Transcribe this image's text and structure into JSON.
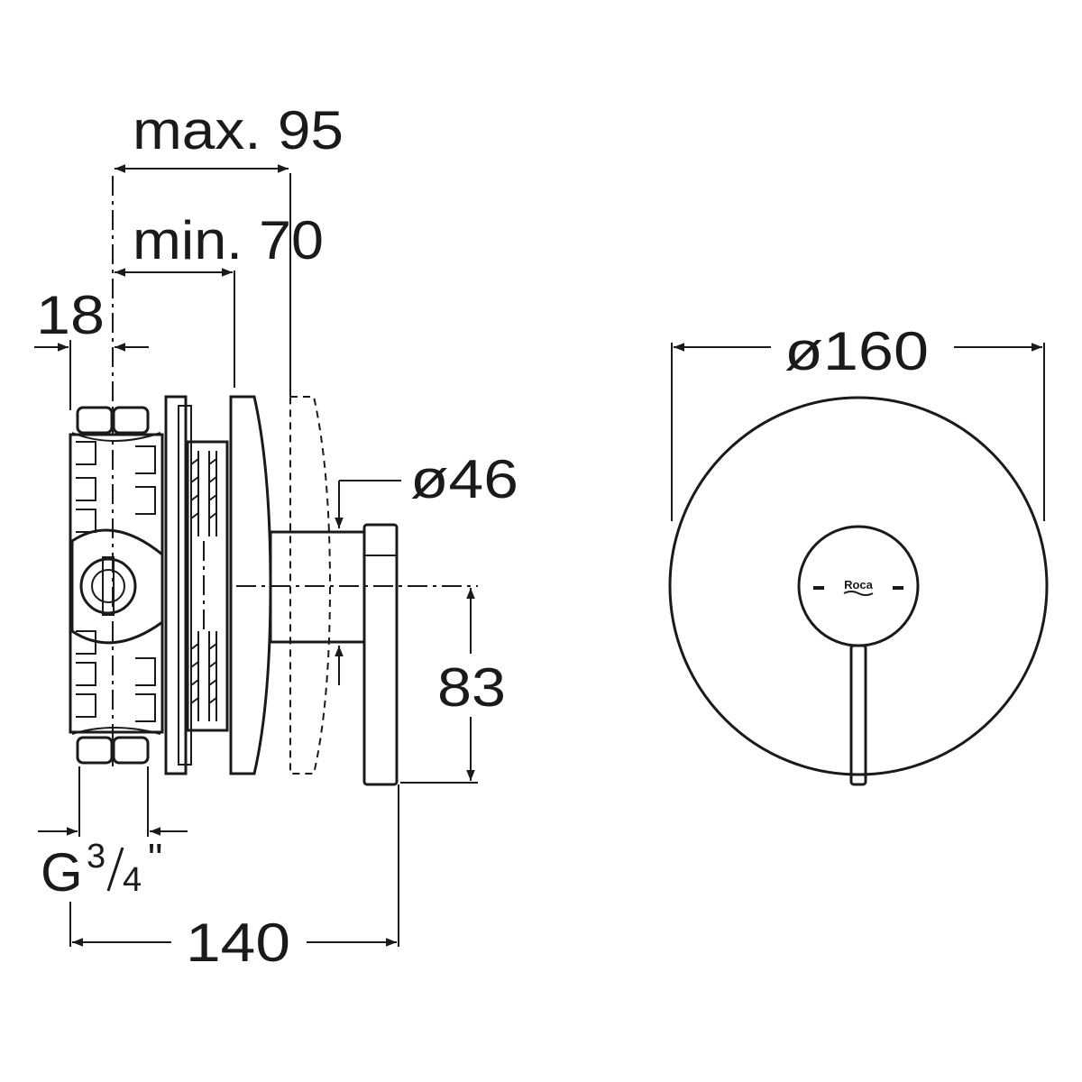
{
  "dimensions": {
    "max_depth": "max. 95",
    "min_depth": "min. 70",
    "wall_offset": "18",
    "stem_diameter": "ø46",
    "handle_height": "83",
    "thread_prefix": "G",
    "thread_num": "3",
    "thread_den": "4",
    "thread_suffix": "\"",
    "total_length": "140",
    "plate_diameter": "ø160"
  },
  "brand": {
    "logo_text": "Roca"
  }
}
